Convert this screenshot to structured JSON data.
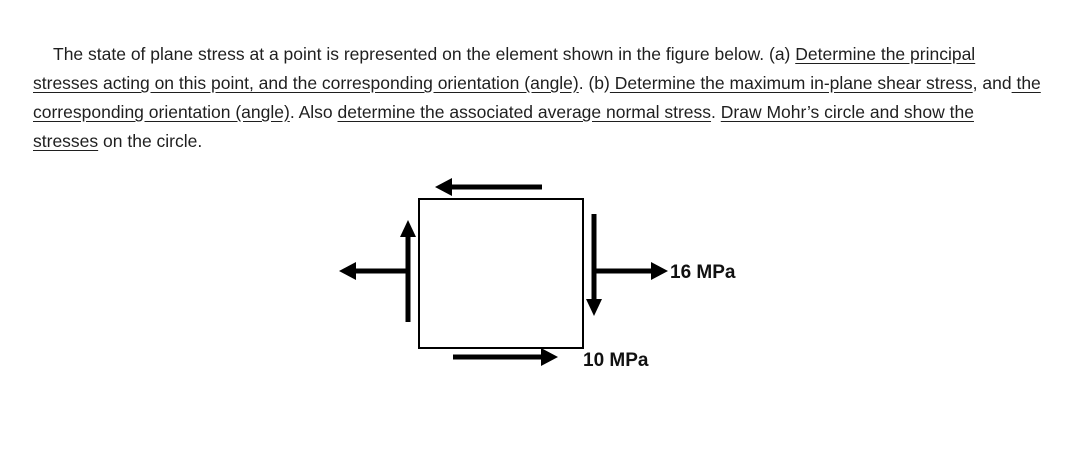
{
  "problem": {
    "s1": "The state of plane stress at a point is represented on the element shown in the figure below. (a) ",
    "u1": "Determine the principal stresses acting on this point, and the corresponding orientation (angle)",
    "s2": ". (b)",
    "u2": " Determine the maximum in-plane shear stress",
    "s3": ", and",
    "u3": " the corresponding orientation (angle)",
    "s4": ". Also ",
    "u4": "determine the associated average normal stress",
    "s5": ". ",
    "u5": "Draw Mohr’s circle and show the stresses",
    "s6": " on the circle."
  },
  "figure": {
    "normal_stress_label": "16 MPa",
    "shear_stress_label": "10 MPa"
  }
}
